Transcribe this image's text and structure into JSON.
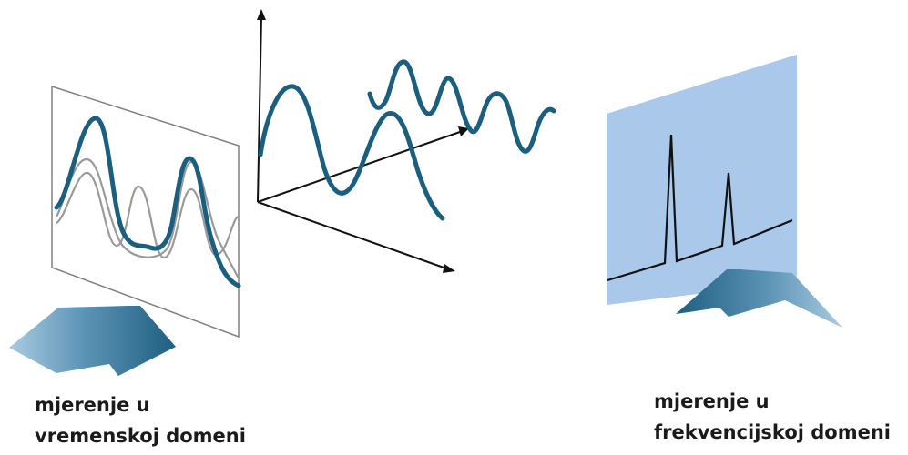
{
  "captions": {
    "time_domain": {
      "line1": "mjerenje u",
      "line2": "vremenskoj domeni"
    },
    "frequency_domain": {
      "line1": "mjerenje u",
      "line2": "frekvencijskoj domeni"
    }
  },
  "colors": {
    "signal": "#1b5f80",
    "component_wave": "#9a9a9a",
    "frequency_panel": "#a9c8ea",
    "axis": "#111111",
    "arrow_dark": "#1e5f80",
    "arrow_light": "#a9cbe0"
  },
  "icons": {
    "view_arrow": "large-3d-block-arrow",
    "axis_arrow": "arrowhead"
  }
}
